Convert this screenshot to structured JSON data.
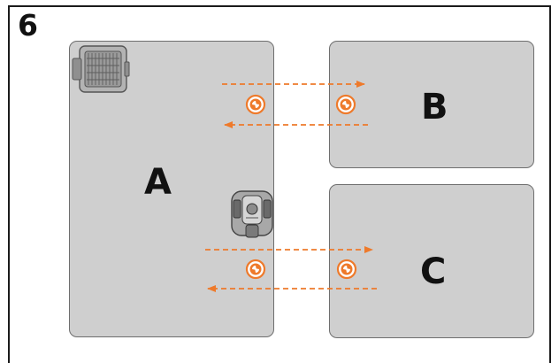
{
  "figure": {
    "step_number": "6",
    "frame_color": "#1b1b1b",
    "zone_fill": "#cfcfcf",
    "arrow_color": "#ee7a2b"
  },
  "zones": {
    "a": {
      "label": "A"
    },
    "b": {
      "label": "B"
    },
    "c": {
      "label": "C"
    }
  },
  "icons": {
    "charging_station": "charging-station-icon",
    "robot_mower": "robotic-mower-icon",
    "guide_marker": "passage-marker-icon",
    "grass": "grass-tuft-icon"
  },
  "connections": [
    {
      "from": "A",
      "to": "B",
      "style": "dashed",
      "direction": "bidirectional"
    },
    {
      "from": "A",
      "to": "C",
      "style": "dashed",
      "direction": "bidirectional"
    }
  ]
}
